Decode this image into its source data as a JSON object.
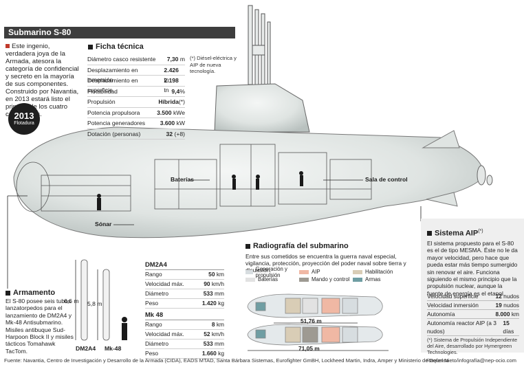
{
  "header": {
    "title": "Submarino S-80"
  },
  "intro": {
    "text": "Este ingenio, verdadera joya de la Armada, atesora la categoría de confidencial y secreto en la mayoría de sus componentes. Construido por Navantia, en 2013 estará listo el primero de los cuatro contratados."
  },
  "badge": {
    "year": "2013",
    "label": "Flotadura"
  },
  "ficha": {
    "title": "Ficha técnica",
    "rows": [
      {
        "label": "Diámetro casco resistente",
        "value": "7,30",
        "unit": " m"
      },
      {
        "label": "Desplazamiento en inmersión",
        "value": "2.426",
        "unit": " tn"
      },
      {
        "label": "Desplazamiento en superficie",
        "value": "2.198",
        "unit": " tn"
      },
      {
        "label": "Flotabilidad",
        "value": "9,4",
        "unit": "%"
      },
      {
        "label": "Propulsión",
        "value": "Híbrida",
        "unit": "(*)"
      },
      {
        "label": "Potencia propulsora",
        "value": "3.500",
        "unit": " kWe"
      },
      {
        "label": "Potencia generadores",
        "value": "3.600",
        "unit": " kW"
      },
      {
        "label": "Dotación (personas)",
        "value": "32",
        "unit": " (+8)"
      }
    ],
    "note": "(*) Diésel-eléctrica y AIP de nueva tecnología."
  },
  "labels": {
    "baterias": "Baterías",
    "sala": "Sala de control",
    "sonar": "Sónar"
  },
  "armamento": {
    "title": "Armamento",
    "text": "El S-80 posee seis tubos lanzatorpedos para el lanzamiento de DM2A4 y Mk-48 Antisubmarino. Misiles antibuque Sud-Harpoon Block II y misiles tácticos Tomahawk TacTom.",
    "dim1": "6,6",
    "dim2": "5,8",
    "unit_m": "m",
    "name1": "DM2A4",
    "name2": "Mk-48",
    "dm2a4": {
      "title": "DM2A4",
      "rows": [
        {
          "label": "Rango",
          "value": "50",
          "unit": " km"
        },
        {
          "label": "Velocidad máx.",
          "value": "90",
          "unit": " km/h"
        },
        {
          "label": "Diámetro",
          "value": "533",
          "unit": " mm"
        },
        {
          "label": "Peso",
          "value": "1.420",
          "unit": " kg"
        }
      ]
    },
    "mk48": {
      "title": "Mk 48",
      "rows": [
        {
          "label": "Rango",
          "value": "8",
          "unit": " km"
        },
        {
          "label": "Velocidad máx.",
          "value": "52",
          "unit": " km/h"
        },
        {
          "label": "Diámetro",
          "value": "533",
          "unit": " mm"
        },
        {
          "label": "Peso",
          "value": "1.660",
          "unit": " kg"
        }
      ]
    }
  },
  "radiografia": {
    "title": "Radiografía del submarino",
    "text": "Entre sus cometidos se encuentra la guerra naval especial, vigilancia, protección, proyección del poder naval sobre tierra y disuasión.",
    "legend": [
      {
        "label": "Generación y propulsión",
        "color": "#d7dde0"
      },
      {
        "label": "AIP",
        "color": "#f0b8a4"
      },
      {
        "label": "Habilitación",
        "color": "#d9cdb6"
      },
      {
        "label": "Baterías",
        "color": "#e2e2e2"
      },
      {
        "label": "Mando y control",
        "color": "#9e9a92"
      },
      {
        "label": "Armas",
        "color": "#6f9ea3"
      }
    ],
    "length1": "51,76 m",
    "length2": "71,05 m"
  },
  "aip": {
    "title": "Sistema AIP",
    "title_sup": "(*)",
    "text": "El sistema propuesto para el S-80 es el de tipo MESMA. Éste no le da mayor velocidad, pero hace que pueda estar más tiempo sumergido sin renovar el aire. Funciona siguiendo el mismo principio que la propulsión nuclear, aunque la fuente de energía es el etanol.",
    "rows": [
      {
        "label": "Velocidad superficie",
        "value": "12",
        "unit": " nudos"
      },
      {
        "label": "Velocidad inmersión",
        "value": "19",
        "unit": " nudos"
      },
      {
        "label": "Autonomía",
        "value": "8.000",
        "unit": " km"
      },
      {
        "label": "Autonomía reactor AIP (a 3 nudos)",
        "value": "15",
        "unit": " días"
      }
    ],
    "note": "(*) Sistema de Propulsión Independiente del Aire, desarrollado por Hymergreen Technologies."
  },
  "footer": {
    "source": "Fuente: Navantia, Centro de Investigación y Desarrollo de la Armada (CIDA), EADS MTAD, Santa Bárbara Sistemas, Eurofighter GmBH, Lockheed Martin, Indra, Amper y Ministerio de Defensa .",
    "credit": "Raquel Nieto/infografía@nep-ocio.com"
  }
}
